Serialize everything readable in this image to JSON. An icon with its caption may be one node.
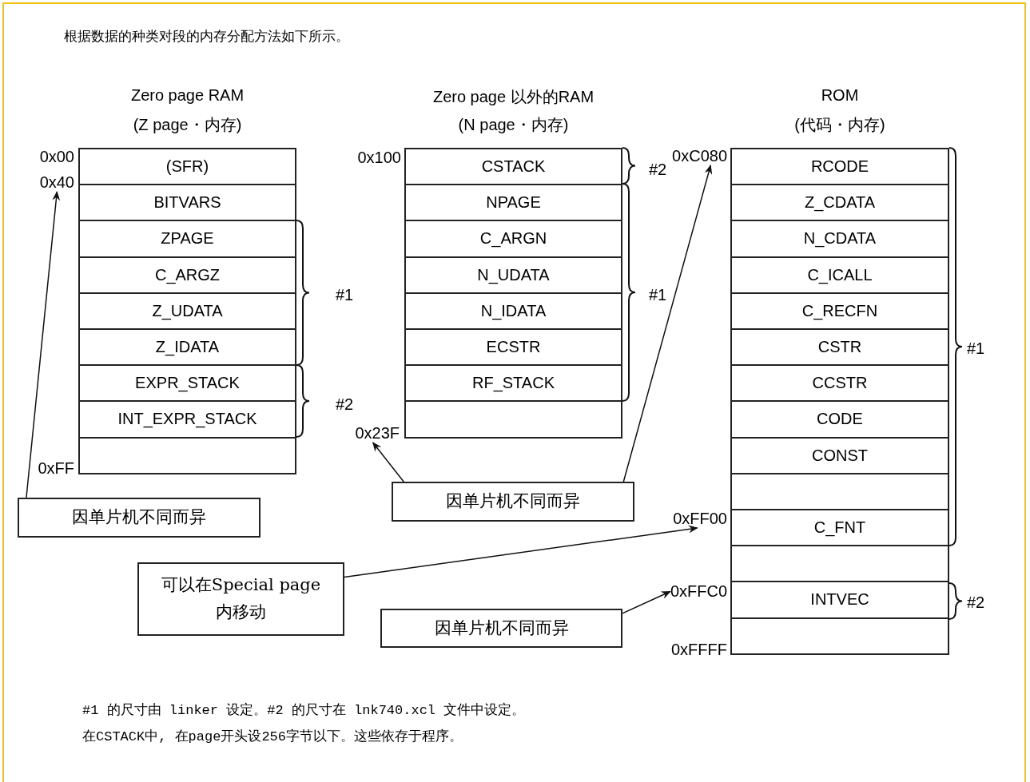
{
  "diagram": {
    "title": "根据数据的种类对段的内存分配方法如下所示。",
    "nodes": [
      {
        "text": [
          "Zero page RAM",
          "(Z page・内存)"
        ]
      },
      {
        "text": [
          "(SFR)"
        ],
        "in": 0
      },
      {
        "text": [
          "BITVARS"
        ],
        "in": 0
      },
      {
        "text": [
          "ZPAGE"
        ],
        "in": 0
      },
      {
        "text": [
          "C_ARGZ"
        ],
        "in": 0
      },
      {
        "text": [
          "Z_UDATA"
        ],
        "in": 0
      },
      {
        "text": [
          "Z_IDATA"
        ],
        "in": 0
      },
      {
        "text": [
          "EXPR_STACK"
        ],
        "in": 0
      },
      {
        "text": [
          "INT_EXPR_STACK"
        ],
        "in": 0
      },
      {
        "text": [],
        "shape": "box",
        "in": 0
      },
      {
        "text": [
          "Zero page 以外的RAM",
          "(N page・内存)"
        ]
      },
      {
        "text": [
          "CSTACK"
        ],
        "in": 10
      },
      {
        "text": [
          "NPAGE"
        ],
        "in": 10
      },
      {
        "text": [
          "C_ARGN"
        ],
        "in": 10
      },
      {
        "text": [
          "N_UDATA"
        ],
        "in": 10
      },
      {
        "text": [
          "N_IDATA"
        ],
        "in": 10
      },
      {
        "text": [
          "ECSTR"
        ],
        "in": 10
      },
      {
        "text": [
          "RF_STACK"
        ],
        "in": 10
      },
      {
        "text": [],
        "shape": "box",
        "in": 10
      },
      {
        "text": [
          "ROM",
          "(代码・内存)"
        ]
      },
      {
        "text": [
          "RCODE"
        ],
        "in": 19
      },
      {
        "text": [
          "Z_CDATA"
        ],
        "in": 19
      },
      {
        "text": [
          "N_CDATA"
        ],
        "in": 19
      },
      {
        "text": [
          "C_ICALL"
        ],
        "in": 19
      },
      {
        "text": [
          "C_RECFN"
        ],
        "in": 19
      },
      {
        "text": [
          "CSTR"
        ],
        "in": 19
      },
      {
        "text": [
          "CCSTR"
        ],
        "in": 19
      },
      {
        "text": [
          "CODE"
        ],
        "in": 19
      },
      {
        "text": [
          "CONST"
        ],
        "in": 19
      },
      {
        "text": [],
        "shape": "box",
        "in": 19
      },
      {
        "text": [
          "C_FNT"
        ],
        "in": 19
      },
      {
        "text": [],
        "shape": "box",
        "in": 19
      },
      {
        "text": [
          "INTVEC"
        ],
        "in": 19
      },
      {
        "text": [],
        "shape": "box",
        "in": 19
      },
      {
        "text": [
          "0x40"
        ]
      },
      {
        "text": [
          "0x23F"
        ]
      },
      {
        "text": [
          "0xC080"
        ]
      },
      {
        "text": [
          "0xFF00"
        ]
      },
      {
        "text": [
          "0xFFC0"
        ]
      },
      {
        "text": [
          "因单片机不同而异"
        ]
      },
      {
        "text": [
          "因单片机不同而异"
        ]
      },
      {
        "text": [
          "可以在Special page 内移动"
        ]
      },
      {
        "text": [
          "因单片机不同而异"
        ]
      }
    ],
    "edges": [
      {
        "from": 39,
        "to": 34,
        "arrow": "to"
      },
      {
        "from": 40,
        "to": 35,
        "arrow": "to"
      },
      {
        "from": 40,
        "to": 36,
        "arrow": "to"
      },
      {
        "from": 41,
        "to": 37,
        "arrow": "to"
      },
      {
        "from": 42,
        "to": 38,
        "arrow": "to"
      }
    ],
    "labels": [
      "0x00",
      "0xFF",
      "#1",
      "#2",
      "0x100",
      "#2",
      "#1",
      "#1",
      "#2",
      "0xFFFF",
      "#1 的尺寸由 linker 设定。#2 的尺寸在 lnk740.xcl 文件中设定。",
      "在CSTACK中, 在page开头设256字节以下。这些依存于程序。"
    ]
  }
}
